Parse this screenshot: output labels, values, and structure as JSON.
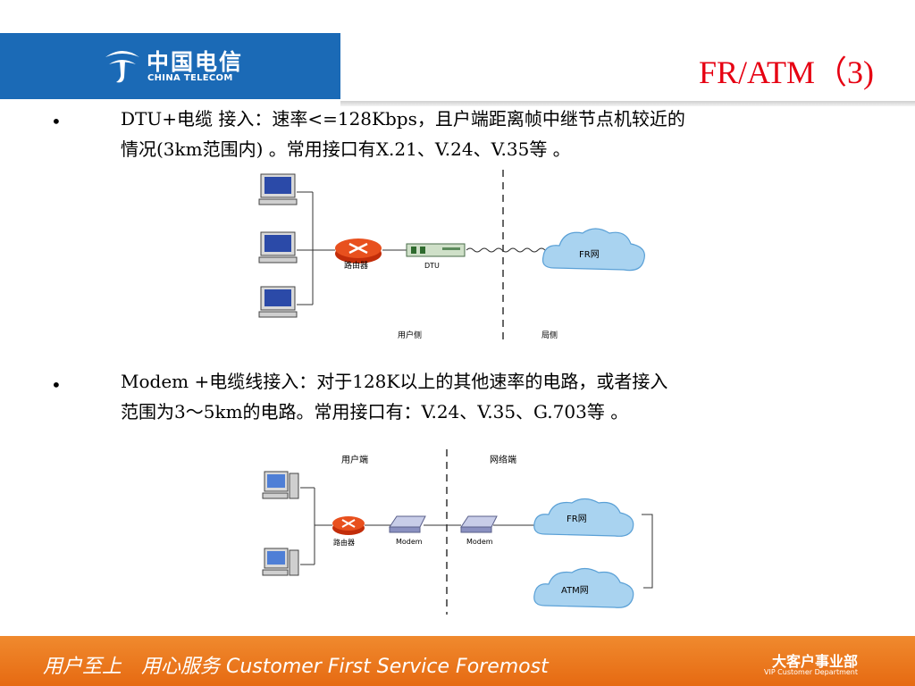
{
  "header": {
    "logo_cn": "中国电信",
    "logo_en": "CHINA TELECOM",
    "title": "FR/ATM（3)"
  },
  "section1": {
    "bullet": "•",
    "line1": "DTU+电缆 接入：速率<=128Kbps，且户端距离帧中继节点机较近的",
    "line2": "情况(3km范围内) 。常用接口有X.21、V.24、V.35等 。",
    "diagram": {
      "router_label": "路由器",
      "dtu_label": "DTU",
      "cloud_label": "FR网",
      "user_side_label": "用户侧",
      "office_side_label": "局侧"
    }
  },
  "section2": {
    "bullet": "•",
    "line1": "Modem +电缆线接入：对于128K以上的其他速率的电路，或者接入",
    "line2": "范围为3～5km的电路。常用接口有：V.24、V.35、G.703等 。",
    "diagram": {
      "user_end_label": "用户端",
      "network_end_label": "网络端",
      "router_label": "路由器",
      "modem1_label": "Modem",
      "modem2_label": "Modem",
      "fr_cloud_label": "FR网",
      "atm_cloud_label": "ATM网"
    }
  },
  "footer": {
    "slogan": "用户至上　用心服务 Customer First Service Foremost",
    "dept_cn": "大客户事业部",
    "dept_en": "VIP Customer Department"
  },
  "colors": {
    "brand_blue": "#1b6ab6",
    "title_red": "#e60012",
    "footer_orange": "#ee7d22"
  }
}
